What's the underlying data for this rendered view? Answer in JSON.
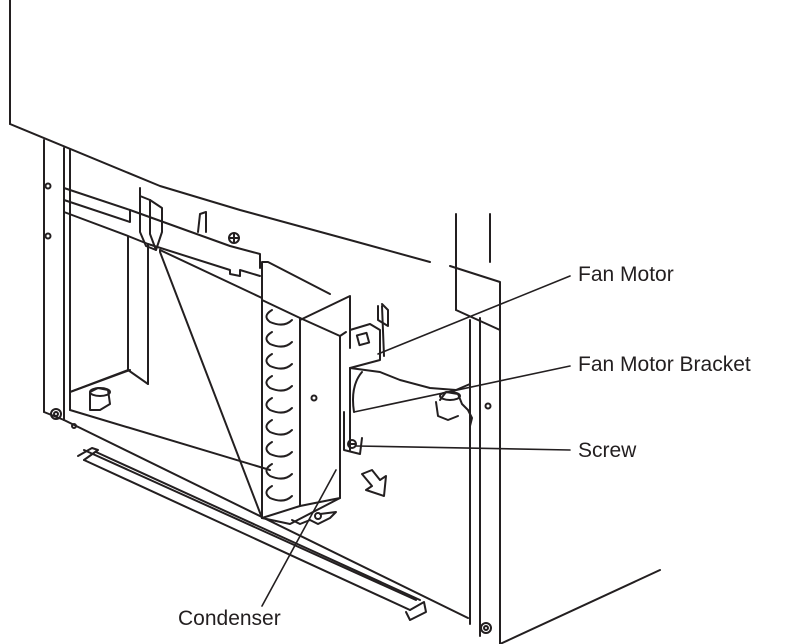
{
  "labels": {
    "fan_motor": "Fan Motor",
    "fan_motor_bracket": "Fan Motor Bracket",
    "screw": "Screw",
    "condenser": "Condenser"
  },
  "colors": {
    "line": "#231f20",
    "background": "#ffffff"
  }
}
